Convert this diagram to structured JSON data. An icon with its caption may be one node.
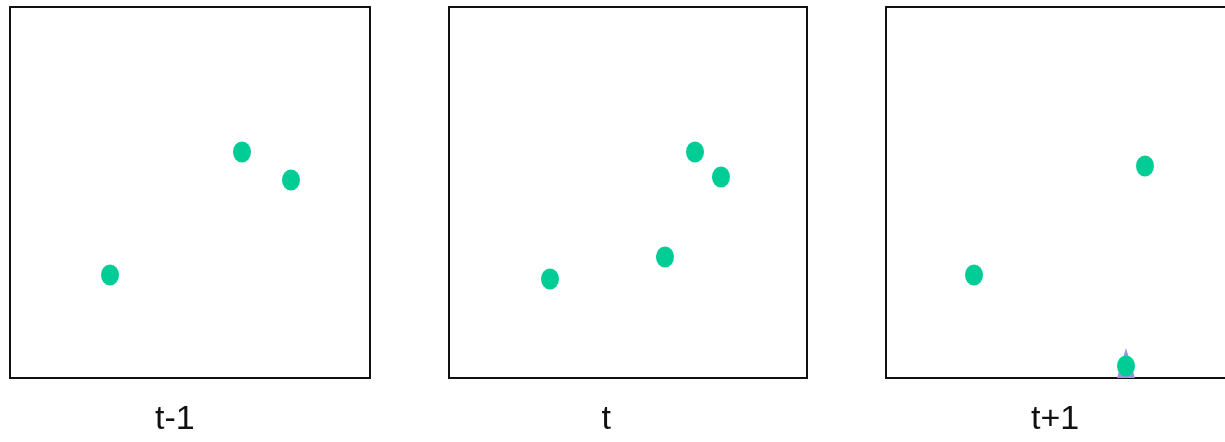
{
  "diagram": {
    "nodes": [
      {
        "text": [
          "t-1"
        ]
      },
      {
        "text": [
          "t"
        ]
      },
      {
        "text": [
          "t+1"
        ]
      }
    ]
  }
}
